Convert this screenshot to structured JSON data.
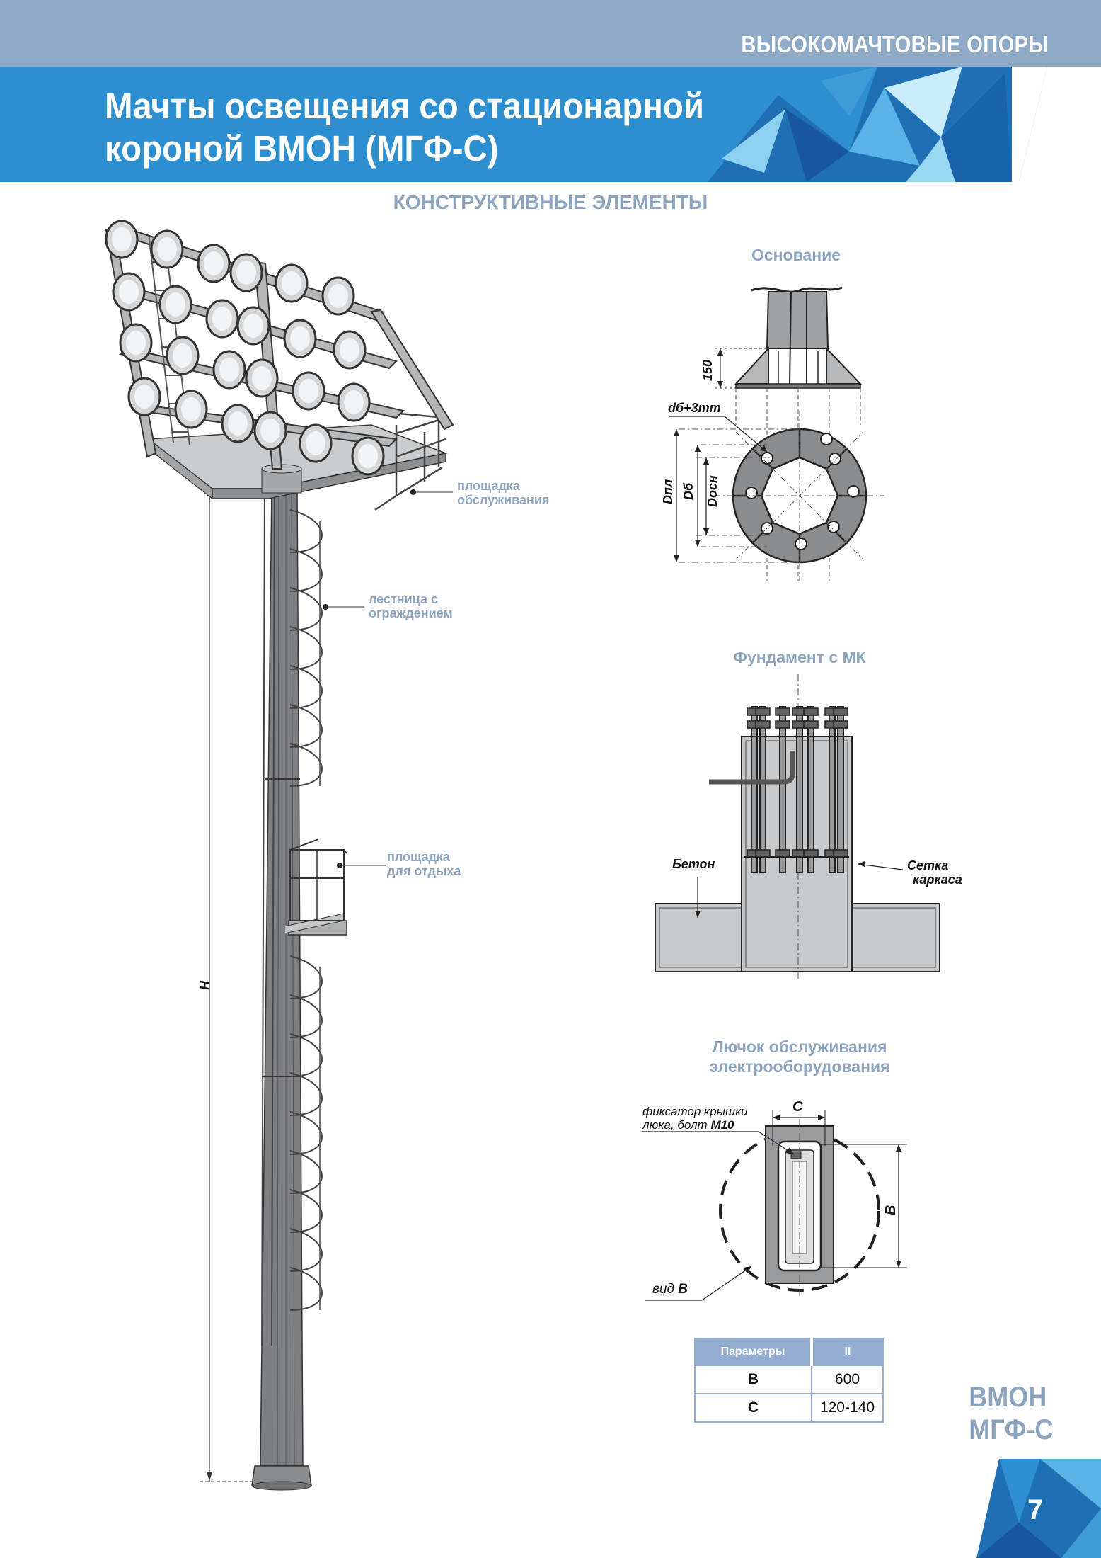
{
  "header": {
    "section": "ВЫСОКОМАЧТОВЫЕ ОПОРЫ",
    "title_line1": "Мачты освещения со стационарной",
    "title_line2": "короной ВМОН (МГФ-С)"
  },
  "subheading": "КОНСТРУКТИВНЫЕ ЭЛЕМЕНТЫ",
  "mast": {
    "label_platform_1": "площадка",
    "label_platform_2": "обслуживания",
    "label_ladder_1": "лестница с",
    "label_ladder_2": "ограждением",
    "label_rest_1": "площадка",
    "label_rest_2": "для отдыха",
    "height_symbol": "H"
  },
  "base": {
    "caption": "Основание",
    "dim_150": "150",
    "hole_label": "dб+3mm",
    "d_pl": "Dпл",
    "d_b": "Dб",
    "d_osn": "Dосн"
  },
  "foundation": {
    "caption": "Фундамент с МК",
    "concrete": "Бетон",
    "mesh_1": "Сетка",
    "mesh_2": "каркаса"
  },
  "hatch": {
    "caption_1": "Лючок обслуживания",
    "caption_2": "электрооборудования",
    "fix_1": "фиксатор крышки",
    "fix_2": "люка, болт",
    "fix_bolt": "М10",
    "dim_c": "C",
    "dim_b": "B",
    "view_prefix": "вид",
    "view_letter": "B"
  },
  "table": {
    "headers": [
      "Параметры",
      "II"
    ],
    "rows": [
      [
        "B",
        "600"
      ],
      [
        "C",
        "120-140"
      ]
    ]
  },
  "model": {
    "line1": "ВМОН",
    "line2": "МГФ-С"
  },
  "page_number": "7",
  "colors": {
    "band": "#8eaac6",
    "title_blue": "#2d8fd0",
    "accent_text": "#8da4bf",
    "table_head": "#93aed0"
  }
}
